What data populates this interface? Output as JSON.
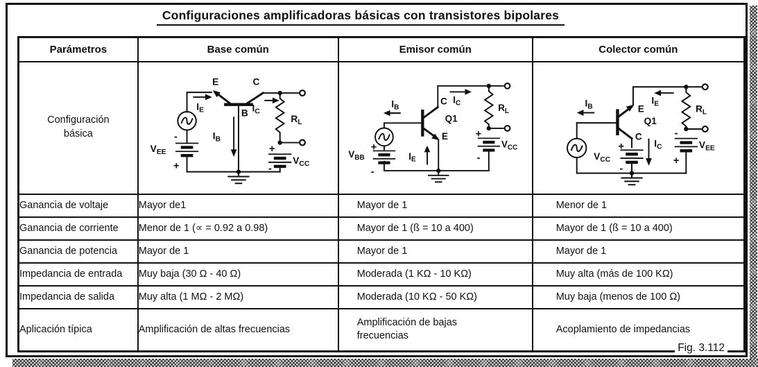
{
  "title": "Configuraciones amplificadoras básicas con transistores bipolares",
  "figure_label": "Fig. 3.112",
  "table": {
    "columns": [
      "Parámetros",
      "Base común",
      "Emisor común",
      "Colector común"
    ],
    "config_label": "Configuración básica",
    "rows": [
      {
        "param": "Ganancia de voltaje",
        "base": "Mayor de1",
        "emisor": "Mayor de 1",
        "colector": "Menor de 1"
      },
      {
        "param": "Ganancia de corriente",
        "base": "Menor de 1 (∝ = 0.92 a 0.98)",
        "emisor": "Mayor de 1 (ß = 10 a 400)",
        "colector": "Mayor de 1 (ß = 10 a 400)"
      },
      {
        "param": "Ganancia de potencia",
        "base": "Mayor de 1",
        "emisor": "Mayor de 1",
        "colector": "Mayor de 1"
      },
      {
        "param": "Impedancia de entrada",
        "base": "Muy baja (30 Ω - 40 Ω)",
        "emisor": "Moderada (1 KΩ - 10 KΩ)",
        "colector": "Muy alta (más de 100 KΩ)"
      },
      {
        "param": "Impedancia de salida",
        "base": "Muy alta (1 MΩ - 2 MΩ)",
        "emisor": "Moderada (10 KΩ - 50 KΩ)",
        "colector": "Muy baja (menos de 100 Ω)"
      },
      {
        "param": "Aplicación típica",
        "base": "Amplificación de altas frecuencias",
        "emisor": "Amplificación de bajas frecuencias",
        "colector": "Acoplamiento de impedancias"
      }
    ]
  },
  "circuits": {
    "base": {
      "e": "E",
      "c": "C",
      "b": "B",
      "ie_m": "I",
      "ie_s": "E",
      "ic_m": "I",
      "ic_s": "C",
      "ib_m": "I",
      "ib_s": "B",
      "vee_m": "V",
      "vee_s": "EE",
      "vcc_m": "V",
      "vcc_s": "CC",
      "rl_m": "R",
      "rl_s": "L",
      "plus": "+",
      "minus": "-"
    },
    "emisor": {
      "q1": "Q1",
      "e": "E",
      "c": "C",
      "ie_m": "I",
      "ie_s": "E",
      "ic_m": "I",
      "ic_s": "C",
      "ib_m": "I",
      "ib_s": "B",
      "vbb_m": "V",
      "vbb_s": "BB",
      "vcc_m": "V",
      "vcc_s": "CC",
      "rl_m": "R",
      "rl_s": "L",
      "plus": "+",
      "minus": "-"
    },
    "colector": {
      "q1": "Q1",
      "e": "E",
      "c": "C",
      "ie_m": "I",
      "ie_s": "E",
      "ic_m": "I",
      "ic_s": "C",
      "ib_m": "I",
      "ib_s": "B",
      "vcc_m": "V",
      "vcc_s": "CC",
      "vee_m": "V",
      "vee_s": "EE",
      "rl_m": "R",
      "rl_s": "L",
      "plus": "+",
      "minus": "-"
    }
  }
}
